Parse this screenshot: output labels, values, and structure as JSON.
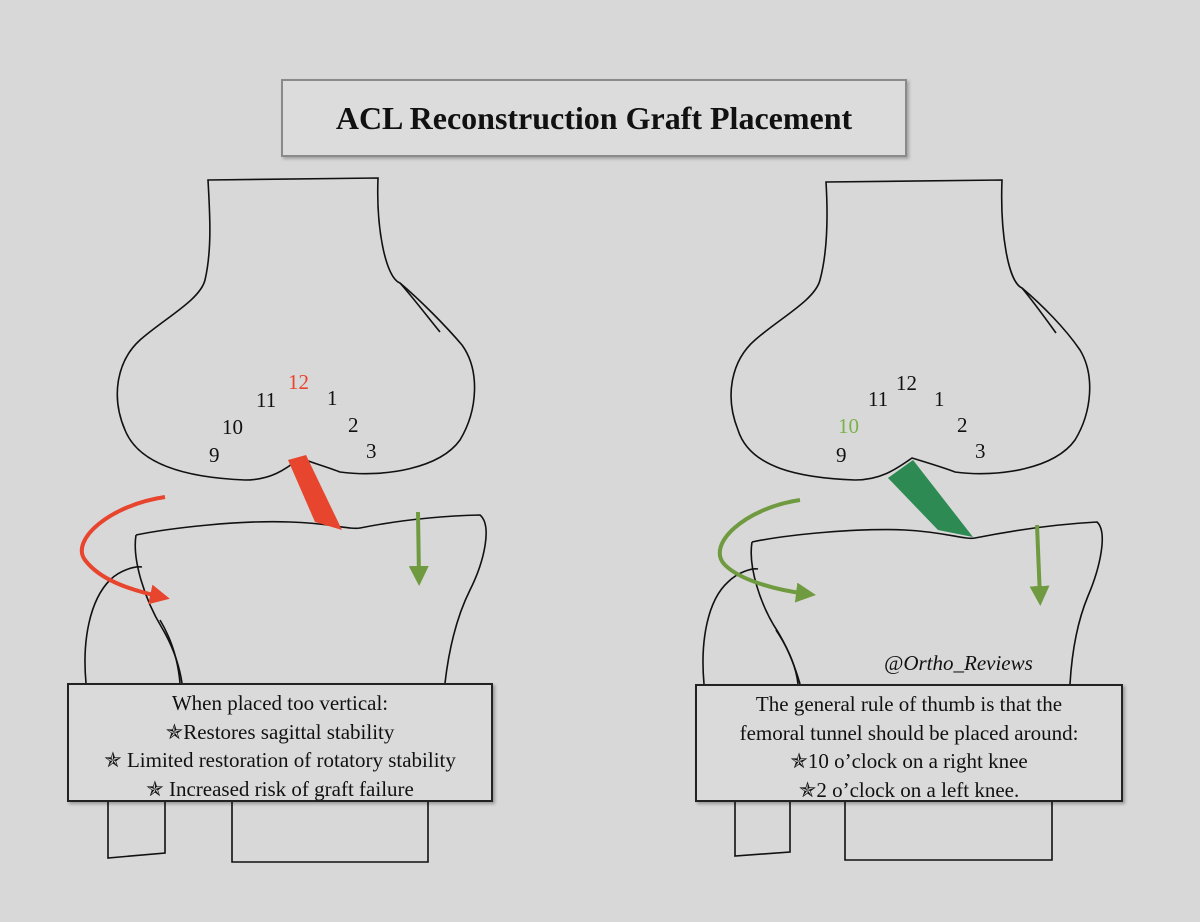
{
  "title": "ACL Reconstruction Graft Placement",
  "left_knee": {
    "clock": [
      "9",
      "10",
      "11",
      "12",
      "1",
      "2",
      "3"
    ],
    "highlighted_hour": "12",
    "highlight_color": "#e8452e",
    "graft_color": "#e8452e",
    "rotation_arrow_color": "#e8452e",
    "vertical_arrow_color": "#6f9a3f",
    "note": {
      "heading": "When placed too vertical:",
      "points": [
        "✯Restores sagittal stability",
        "✯ Limited restoration of rotatory stability",
        "✯ Increased risk of graft failure"
      ]
    }
  },
  "right_knee": {
    "clock": [
      "9",
      "10",
      "11",
      "12",
      "1",
      "2",
      "3"
    ],
    "highlighted_hour": "10",
    "highlight_color": "#7ab24a",
    "graft_color": "#2e8a53",
    "rotation_arrow_color": "#6f9a3f",
    "vertical_arrow_color": "#6f9a3f",
    "note": {
      "lines": [
        "The general rule of thumb is that the",
        "femoral tunnel should be placed around:",
        "✯10 o’clock on a right knee",
        "✯2 o’clock on a left knee."
      ]
    }
  },
  "watermark": "@Ortho_Reviews"
}
